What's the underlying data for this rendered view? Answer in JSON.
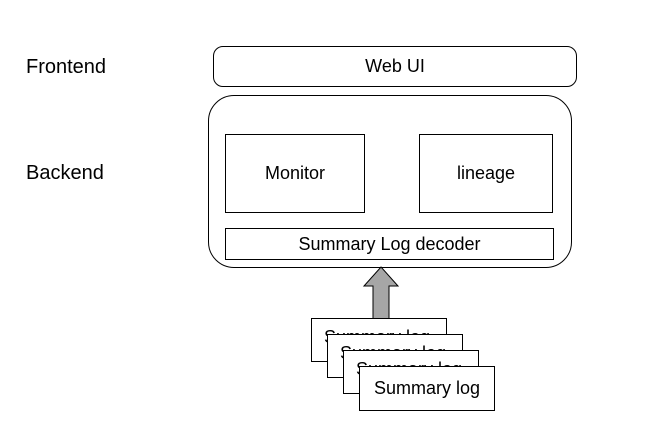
{
  "layers": {
    "frontend": "Frontend",
    "backend": "Backend"
  },
  "frontend": {
    "web_ui": "Web UI"
  },
  "backend": {
    "monitor": "Monitor",
    "lineage": "lineage",
    "decoder": "Summary Log decoder"
  },
  "logs": {
    "card_label": "Summary log"
  },
  "colors": {
    "stroke": "#000000",
    "arrow_fill": "#a6a6a6",
    "background": "#ffffff"
  }
}
